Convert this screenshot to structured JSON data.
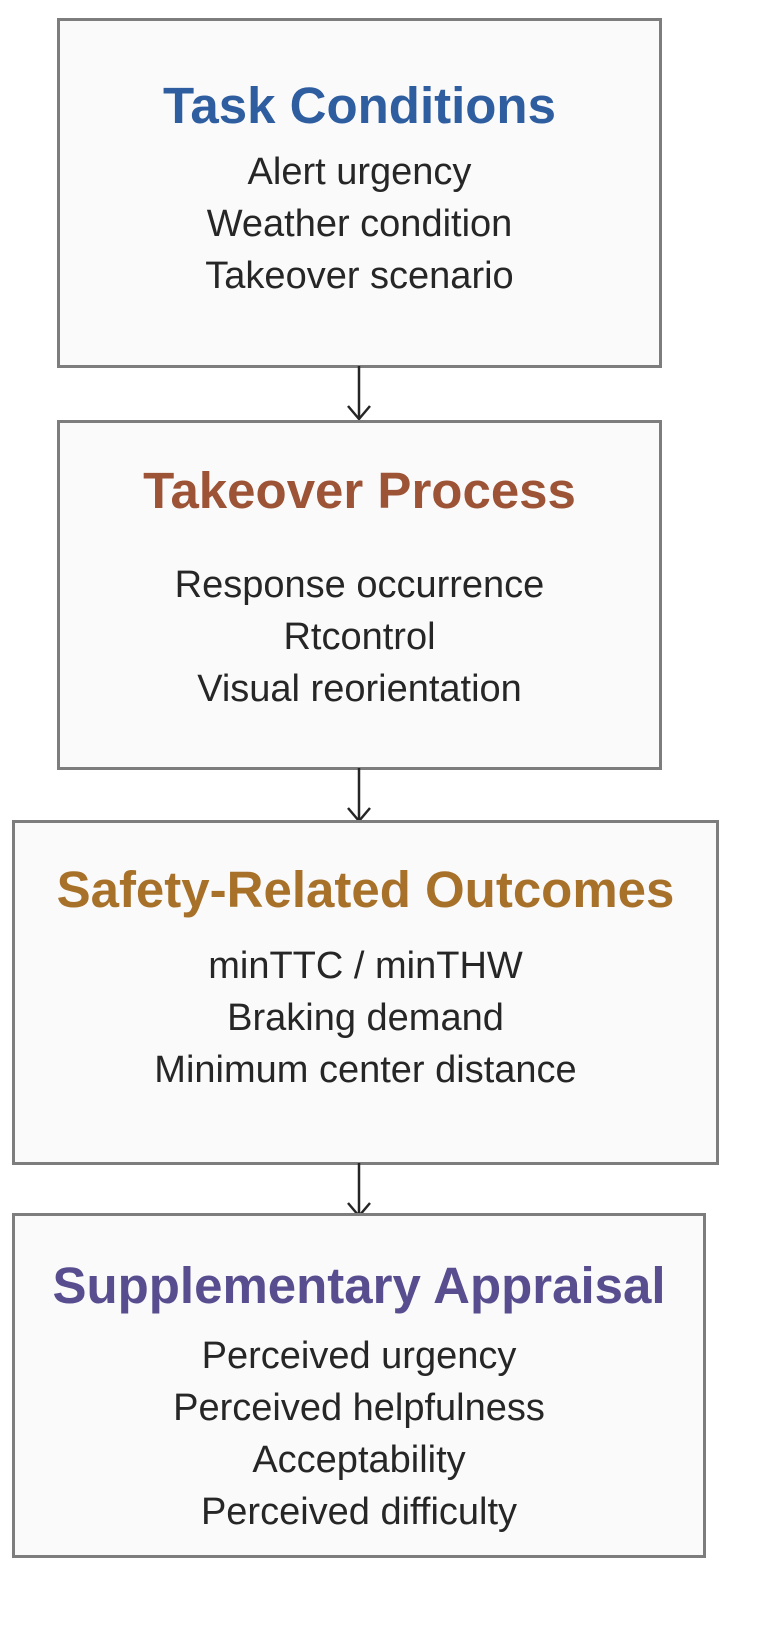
{
  "boxes": [
    {
      "title": "Task Conditions",
      "title_color": "#2e5da0",
      "items": [
        "Alert urgency",
        "Weather condition",
        "Takeover scenario"
      ]
    },
    {
      "title": "Takeover Process",
      "title_color": "#9c5336",
      "items": [
        "Response occurrence",
        "Rtcontrol",
        "Visual reorientation"
      ]
    },
    {
      "title": "Safety-Related Outcomes",
      "title_color": "#a8712a",
      "items": [
        "minTTC / minTHW",
        "Braking demand",
        "Minimum center distance"
      ]
    },
    {
      "title": "Supplementary Appraisal",
      "title_color": "#574d8f",
      "items": [
        "Perceived urgency",
        "Perceived helpfulness",
        "Acceptability",
        "Perceived difficulty"
      ]
    }
  ],
  "colors": {
    "border": "#7d7d7d",
    "box_fill": "#fafafa",
    "item_text": "#262626",
    "arrow": "#262626"
  }
}
